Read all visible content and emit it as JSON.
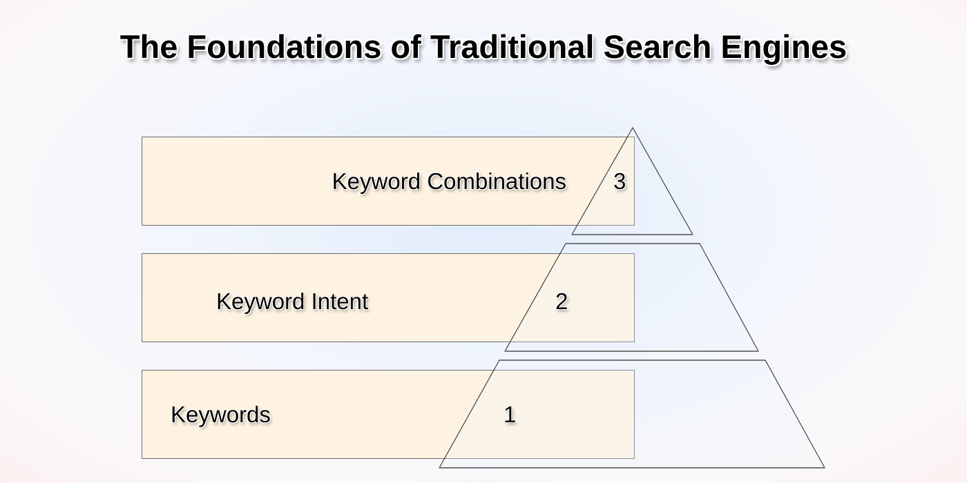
{
  "title": "The Foundations of Traditional Search Engines",
  "levels": [
    {
      "number": "3",
      "label": "Keyword Combinations"
    },
    {
      "number": "2",
      "label": "Keyword Intent"
    },
    {
      "number": "1",
      "label": "Keywords"
    }
  ],
  "colors": {
    "box_fill": "#fef3e2",
    "outline": "#6a6a6a"
  }
}
